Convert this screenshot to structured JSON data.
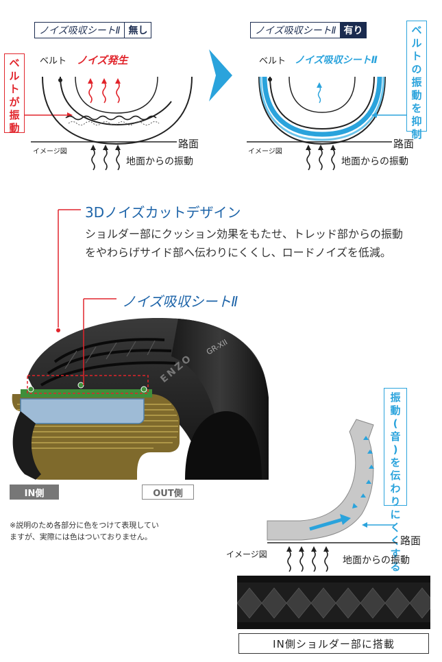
{
  "left_panel": {
    "tag_title": "ノイズ吸収シートⅡ",
    "tag_status": "無し",
    "belt_label": "ベルト",
    "noise_label": "ノイズ発生",
    "vertical_text": "ベルトが振動",
    "image_label": "イメージ図",
    "road_label": "路面",
    "vibration_label": "地面からの振動"
  },
  "right_panel": {
    "tag_title": "ノイズ吸収シートⅡ",
    "tag_status": "有り",
    "belt_label": "ベルト",
    "sheet_label": "ノイズ吸収シートⅡ",
    "vertical_text": "ベルトの振動を抑制",
    "image_label": "イメージ図",
    "road_label": "路面",
    "vibration_label": "地面からの振動"
  },
  "middle": {
    "heading_3d": "3Dノイズカットデザイン",
    "description": "ショルダー部にクッション効果をもたせ、トレッド部からの振動をやわらげサイド部へ伝わりにくくし、ロードノイズを低減。",
    "heading_sheet": "ノイズ吸収シートⅡ",
    "sidewall_brand": "ENZO",
    "tread_code": "GR-XII",
    "in_label": "IN側",
    "out_label": "OUT側",
    "note": "※説明のため各部分に色をつけて表現していますが、実際には色はついておりません。"
  },
  "bottom_right": {
    "vertical_text": "振動(音)を伝わりにくくする。",
    "road_label": "路面",
    "image_label": "イメージ図",
    "vibration_label": "地面からの振動",
    "caption": "IN側ショルダー部に搭載"
  },
  "colors": {
    "navy": "#1a2b4f",
    "red": "#e1242b",
    "light_blue": "#2aa3dc",
    "heading_blue": "#1c63a8"
  }
}
